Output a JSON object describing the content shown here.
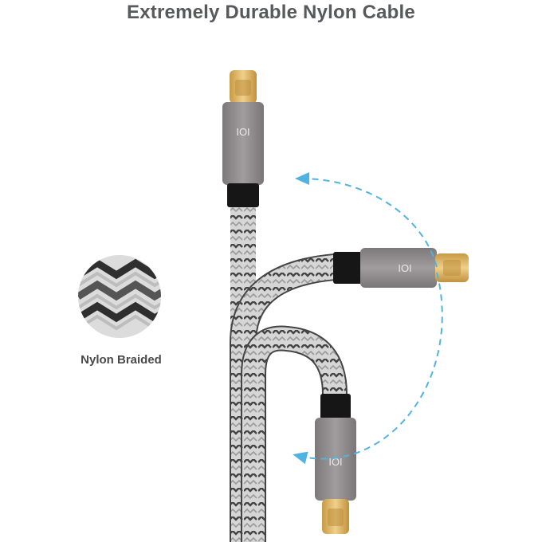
{
  "headline": "Extremely Durable Nylon Cable",
  "swatch_label": "Nylon Braided",
  "connector_logo": "IOI",
  "colors": {
    "text": "#58595b",
    "braid_light": "#cfcfcf",
    "braid_dark": "#3a3a3a",
    "housing": "#8f8b8c",
    "gold": "#d8b25e",
    "arrow": "#4fb3e3"
  }
}
